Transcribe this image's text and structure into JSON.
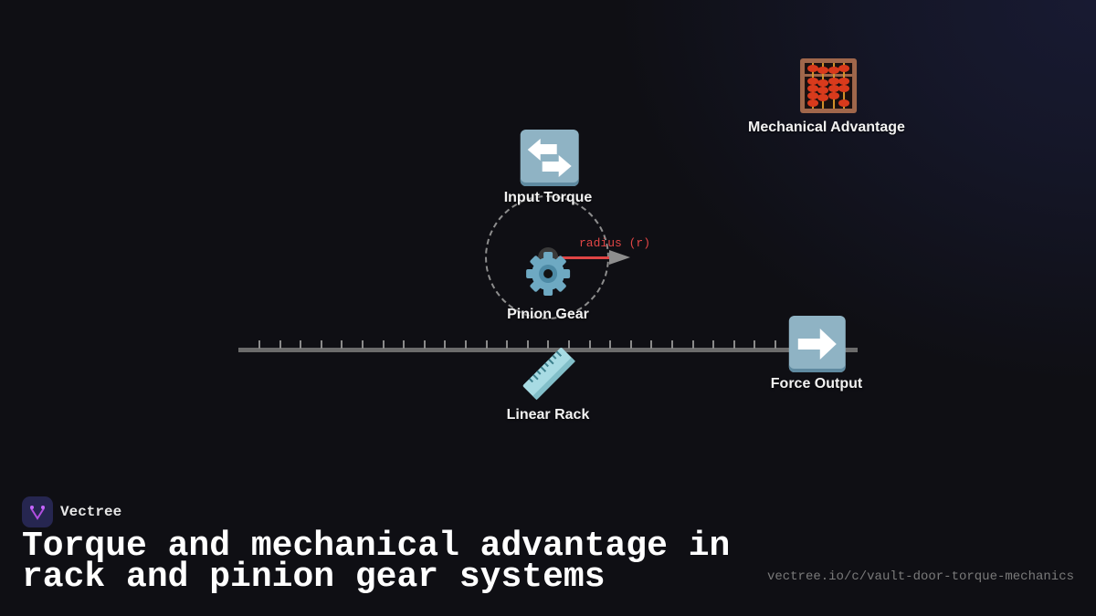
{
  "diagram": {
    "nodes": [
      {
        "id": "input-torque",
        "label": "Input Torque",
        "icon": "counterclockwise-arrows-icon"
      },
      {
        "id": "pinion-gear",
        "label": "Pinion Gear",
        "icon": "gear-icon"
      },
      {
        "id": "linear-rack",
        "label": "Linear Rack",
        "icon": "ruler-icon"
      },
      {
        "id": "force-output",
        "label": "Force Output",
        "icon": "right-arrow-icon"
      },
      {
        "id": "mechanical-advantage",
        "label": "Mechanical Advantage",
        "icon": "abacus-icon"
      }
    ],
    "radius_label": "radius (r)",
    "rack_tick_count": 26,
    "colors": {
      "radius_line": "#e04545",
      "rack": "#6b6b6b",
      "circle_dash": "#8d8d8d",
      "tile": "#8fb3c4"
    }
  },
  "footer": {
    "brand": "Vectree",
    "title_line1": "Torque and mechanical advantage in",
    "title_line2": "rack and pinion gear systems",
    "url": "vectree.io/c/vault-door-torque-mechanics"
  }
}
